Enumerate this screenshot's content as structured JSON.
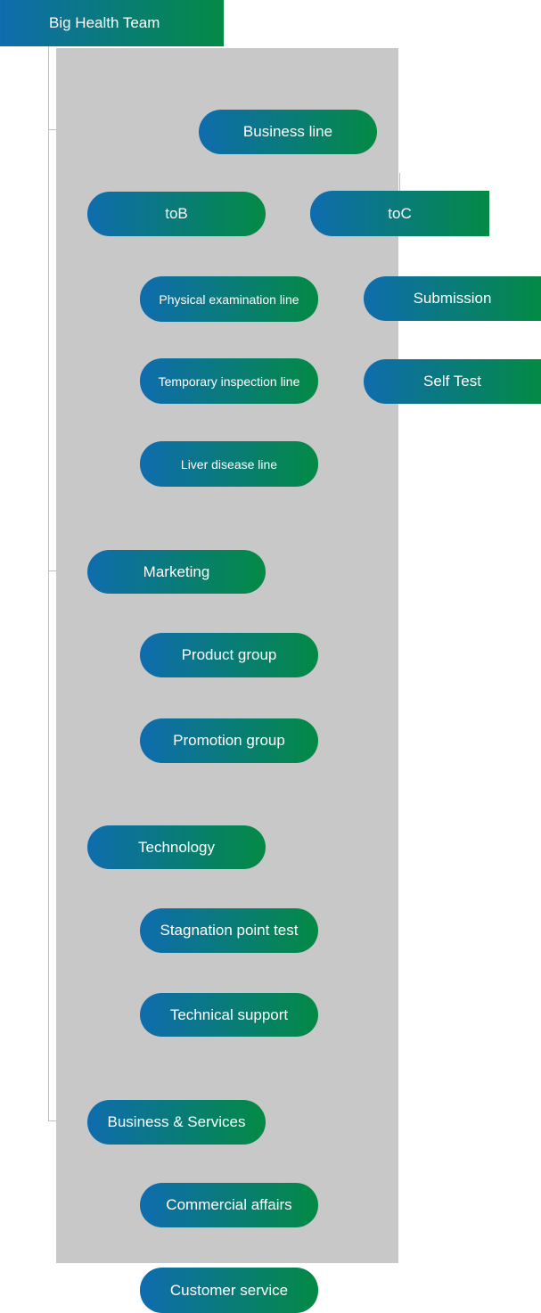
{
  "colors": {
    "pill_gradient_start": "#0f6cae",
    "pill_gradient_end": "#038a44",
    "canvas_gray": "#c8c8c8",
    "connector_line": "#bfbfbf",
    "pill_text": "#ffffff",
    "page_background": "#ffffff"
  },
  "header": {
    "label": "Big Health Team"
  },
  "org": {
    "nodes": {
      "business_line": "Business line",
      "tob": "toB",
      "toc": "toC",
      "physical_examination": "Physical examination line",
      "submission": "Submission",
      "temporary_inspection": "Temporary inspection line",
      "self_test": "Self Test",
      "liver_disease": "Liver disease line",
      "marketing": "Marketing",
      "product_group": "Product group",
      "promotion_group": "Promotion group",
      "technology": "Technology",
      "stagnation_point_test": "Stagnation point test",
      "technical_support": "Technical support",
      "business_services": "Business & Services",
      "commercial_affairs": "Commercial affairs",
      "customer_service": "Customer service"
    },
    "hierarchy": {
      "Big Health Team": {
        "Business line": {
          "toB": [
            "Physical examination line",
            "Temporary inspection line",
            "Liver disease line"
          ],
          "toC": [
            "Submission",
            "Self Test"
          ]
        },
        "Marketing": [
          "Product group",
          "Promotion group"
        ],
        "Technology": [
          "Stagnation point test",
          "Technical support"
        ],
        "Business & Services": [
          "Commercial affairs",
          "Customer service"
        ]
      }
    }
  }
}
